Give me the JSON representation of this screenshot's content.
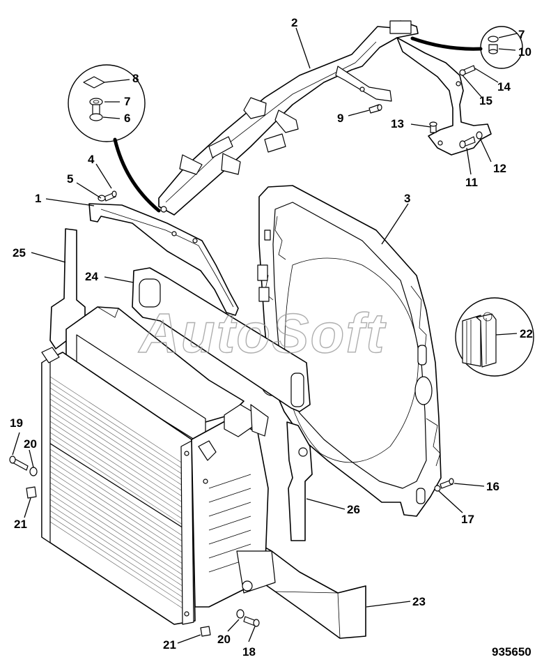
{
  "diagram": {
    "watermark": "AutoSoft",
    "figure_number": "935650",
    "callouts": [
      {
        "id": "c1",
        "label": "1"
      },
      {
        "id": "c2",
        "label": "2"
      },
      {
        "id": "c3",
        "label": "3"
      },
      {
        "id": "c4",
        "label": "4"
      },
      {
        "id": "c5",
        "label": "5"
      },
      {
        "id": "c6",
        "label": "6"
      },
      {
        "id": "c7a",
        "label": "7"
      },
      {
        "id": "c7b",
        "label": "7"
      },
      {
        "id": "c8",
        "label": "8"
      },
      {
        "id": "c9",
        "label": "9"
      },
      {
        "id": "c10",
        "label": "10"
      },
      {
        "id": "c11",
        "label": "11"
      },
      {
        "id": "c12",
        "label": "12"
      },
      {
        "id": "c13",
        "label": "13"
      },
      {
        "id": "c14",
        "label": "14"
      },
      {
        "id": "c15",
        "label": "15"
      },
      {
        "id": "c16",
        "label": "16"
      },
      {
        "id": "c17",
        "label": "17"
      },
      {
        "id": "c18",
        "label": "18"
      },
      {
        "id": "c19",
        "label": "19"
      },
      {
        "id": "c20a",
        "label": "20"
      },
      {
        "id": "c20b",
        "label": "20"
      },
      {
        "id": "c21a",
        "label": "21"
      },
      {
        "id": "c21b",
        "label": "21"
      },
      {
        "id": "c22",
        "label": "22"
      },
      {
        "id": "c23",
        "label": "23"
      },
      {
        "id": "c24",
        "label": "24"
      },
      {
        "id": "c25",
        "label": "25"
      },
      {
        "id": "c26",
        "label": "26"
      }
    ]
  }
}
